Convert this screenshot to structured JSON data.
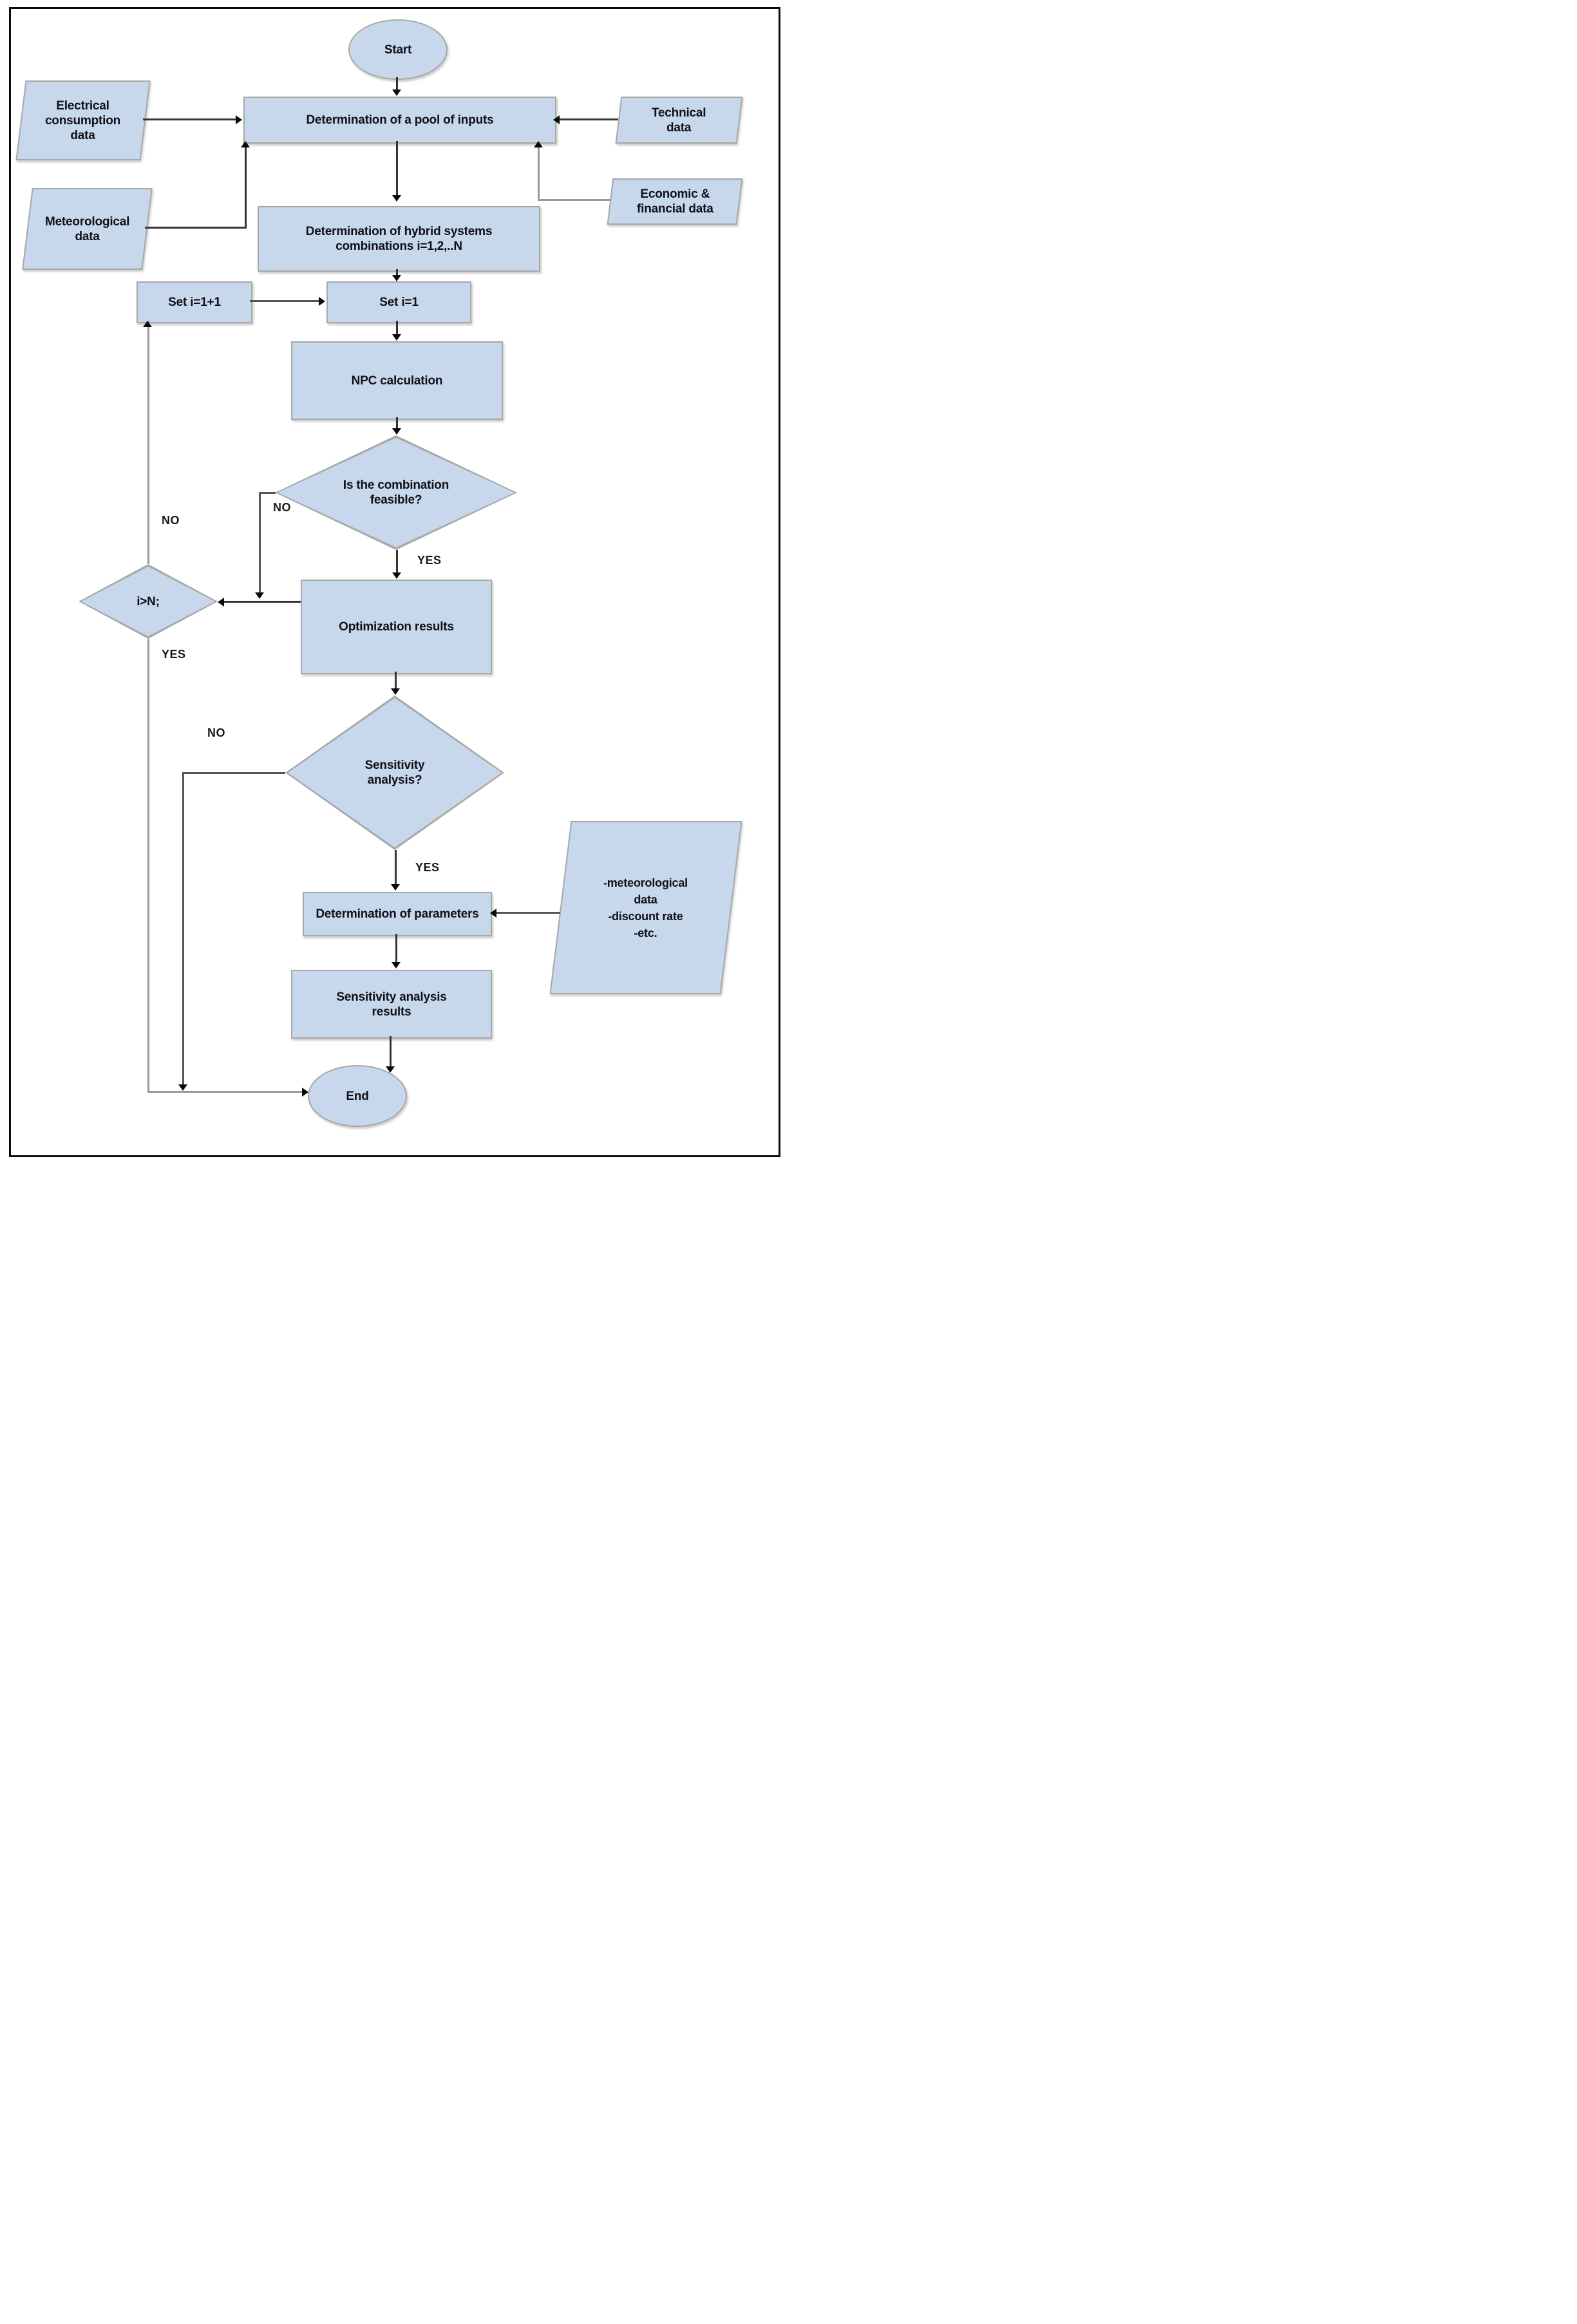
{
  "diagram": {
    "type": "flowchart",
    "description": "Hybrid system optimization procedure flowchart",
    "colors": {
      "shape_fill": "#c7d7ec",
      "shape_border": "#a8a8a8",
      "line_dark": "#333333",
      "line_gray": "#999999",
      "frame": "#0a0a0a",
      "text": "#101018"
    },
    "nodes": {
      "start": {
        "label": "Start"
      },
      "pool": {
        "label": "Determination of a pool of inputs"
      },
      "electrical": {
        "lines": [
          "Electrical",
          "consumption",
          "data"
        ]
      },
      "technical": {
        "lines": [
          "Technical",
          "data"
        ]
      },
      "meteorological": {
        "lines": [
          "Meteorological",
          "data"
        ]
      },
      "economic": {
        "lines": [
          "Economic &",
          "financial data"
        ]
      },
      "hybrid": {
        "lines": [
          "Determination of hybrid systems",
          "combinations i=1,2,..N"
        ]
      },
      "set_increment": {
        "label": "Set i=1+1"
      },
      "set_one": {
        "label": "Set i=1"
      },
      "npc": {
        "label": "NPC calculation"
      },
      "feasible": {
        "lines": [
          "Is the combination",
          "feasible?"
        ]
      },
      "optimization": {
        "label": "Optimization results"
      },
      "i_gt_n": {
        "label": "i>N;"
      },
      "sensitivity": {
        "lines": [
          "Sensitivity",
          "analysis?"
        ]
      },
      "parameters": {
        "label": "Determination of parameters"
      },
      "params_input": {
        "lines": [
          "-meteorological",
          "data",
          "-discount rate",
          "-etc."
        ]
      },
      "sa_results": {
        "lines": [
          "Sensitivity analysis",
          "results"
        ]
      },
      "end": {
        "label": "End"
      }
    },
    "edge_labels": {
      "feasible_yes": "YES",
      "feasible_no": "NO",
      "i_gt_n_no": "NO",
      "i_gt_n_yes": "YES",
      "sensitivity_no": "NO",
      "sensitivity_yes": "YES"
    }
  }
}
